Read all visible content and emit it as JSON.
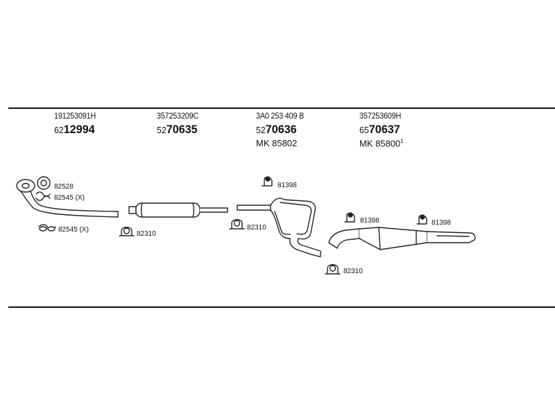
{
  "columns": [
    {
      "oe": "191253091H",
      "prefix": "62",
      "number": "12994"
    },
    {
      "oe": "357253209C",
      "prefix": "52",
      "number": "70635"
    },
    {
      "oe": "3A0 253 409 B",
      "prefix": "52",
      "number": "70636",
      "mk": "MK  85802"
    },
    {
      "oe": "357253609H",
      "prefix": "65",
      "number": "70637",
      "mk": "MK  85800",
      "mk_sup": "1"
    }
  ],
  "labels": {
    "gasket_front": "82528",
    "clamp_front_a": "82545 (X)",
    "clamp_front_b": "82545 (X)",
    "clamp_mid_1": "82310",
    "clamp_mid_2": "82310",
    "clamp_rear": "82310",
    "hanger_1": "81398",
    "hanger_2": "81398",
    "hanger_3": "81398"
  },
  "icons": [
    "gasket-icon",
    "clamp-icon",
    "u-bolt-clamp-icon",
    "rubber-hanger-icon",
    "exhaust-pipe-icon",
    "muffler-icon"
  ]
}
